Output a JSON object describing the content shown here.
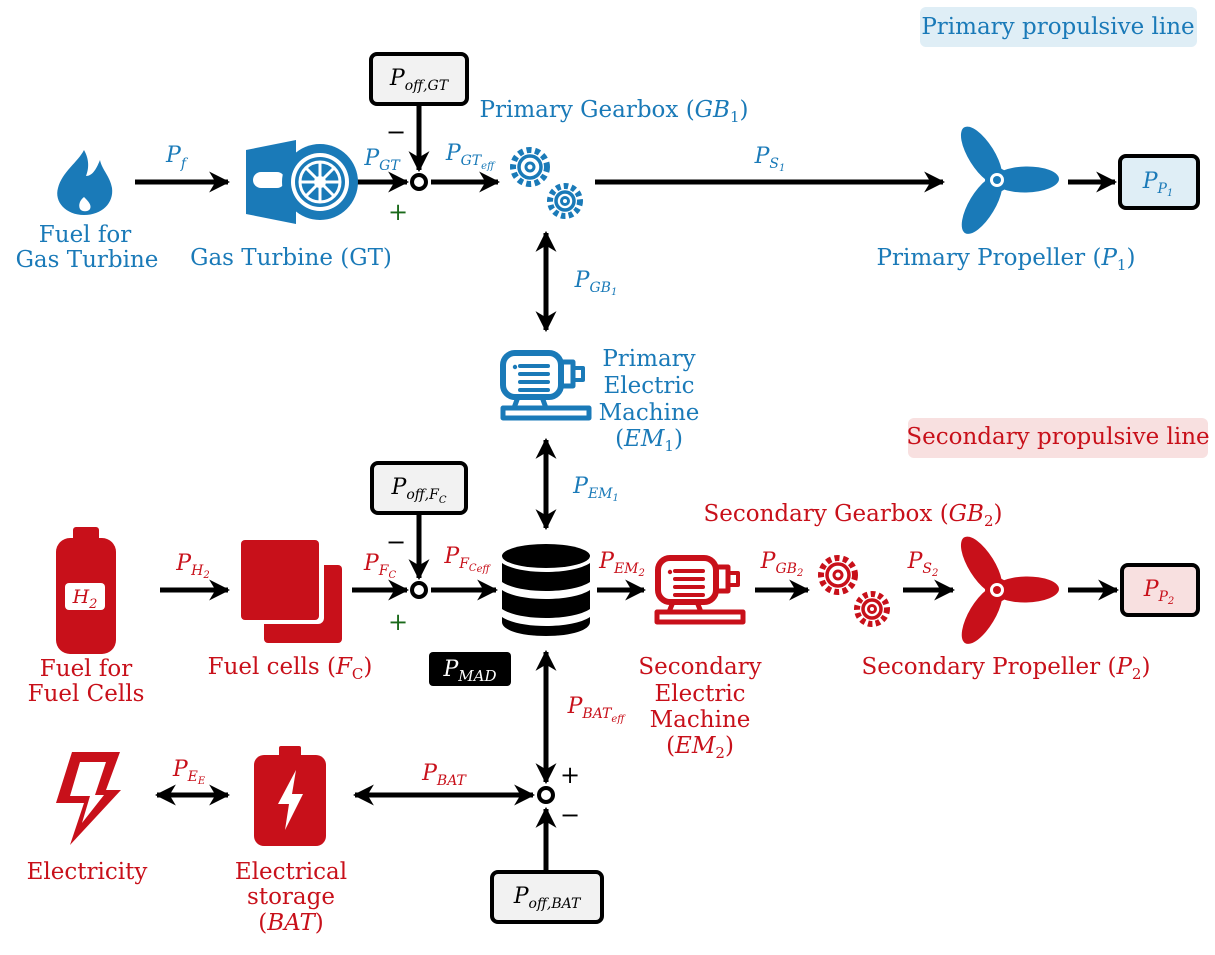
{
  "colors": {
    "blue": "#1a7ab8",
    "red": "#c8101a",
    "black": "#000000",
    "blue_tag_bg": "#dfeef6",
    "red_tag_bg": "#f8e0e0",
    "box_bg": "#f2f2f2"
  },
  "tags": {
    "primary": "Primary propulsive line",
    "secondary": "Secondary propulsive line"
  },
  "nodes": {
    "fuel_gt": [
      "Fuel for",
      "Gas Turbine"
    ],
    "gas_turbine": "Gas Turbine (GT)",
    "gearbox1": {
      "text": "Primary Gearbox (",
      "sym": "GB",
      "sub": "1",
      "end": ")"
    },
    "propeller1": {
      "text": "Primary Propeller (",
      "sym": "P",
      "sub": "1",
      "end": ")"
    },
    "em1": {
      "lines": [
        "Primary",
        "Electric",
        "Machine"
      ],
      "sym": "EM",
      "sub": "1"
    },
    "fuel_fc": [
      "Fuel for",
      "Fuel Cells"
    ],
    "h2_label": {
      "sym": "H",
      "sub": "2"
    },
    "fuel_cells": {
      "text": "Fuel cells (",
      "sym": "F",
      "sub": "C",
      "end": ")"
    },
    "gearbox2": {
      "text": "Secondary Gearbox (",
      "sym": "GB",
      "sub": "2",
      "end": ")"
    },
    "propeller2": {
      "text": "Secondary Propeller (",
      "sym": "P",
      "sub": "2",
      "end": ")"
    },
    "em2": {
      "lines": [
        "Secondary",
        "Electric",
        "Machine"
      ],
      "sym": "EM",
      "sub": "2"
    },
    "mad": {
      "sym": "P",
      "sub": "MAD"
    },
    "electricity": "Electricity",
    "storage": {
      "lines": [
        "Electrical",
        "storage"
      ],
      "sym": "BAT"
    }
  },
  "boxes": {
    "poff_gt": {
      "sym": "P",
      "sub": "off,GT"
    },
    "poff_fc": {
      "sym": "P",
      "sub": "off,F",
      "subsub": "C"
    },
    "poff_bat": {
      "sym": "P",
      "sub": "off,BAT"
    },
    "pp1": {
      "sym": "P",
      "sub": "P",
      "subsub": "1"
    },
    "pp2": {
      "sym": "P",
      "sub": "P",
      "subsub": "2"
    }
  },
  "edges": {
    "pf": {
      "sym": "P",
      "sub": "f"
    },
    "pgt": {
      "sym": "P",
      "sub": "GT"
    },
    "pgt_eff": {
      "sym": "P",
      "sub": "GT",
      "subsub": "eff"
    },
    "ps1": {
      "sym": "P",
      "sub": "S",
      "subsub": "1"
    },
    "pgb1": {
      "sym": "P",
      "sub": "GB",
      "subsub": "1"
    },
    "pem1": {
      "sym": "P",
      "sub": "EM",
      "subsub": "1"
    },
    "ph2": {
      "sym": "P",
      "sub": "H",
      "subsub": "2"
    },
    "pfc": {
      "sym": "P",
      "sub": "F",
      "subsub": "C"
    },
    "pfc_eff": {
      "sym": "P",
      "sub": "F",
      "subsub": "C",
      "subsubsub": "eff"
    },
    "pem2": {
      "sym": "P",
      "sub": "EM",
      "subsub": "2"
    },
    "pgb2": {
      "sym": "P",
      "sub": "GB",
      "subsub": "2"
    },
    "ps2": {
      "sym": "P",
      "sub": "S",
      "subsub": "2"
    },
    "pbat_eff": {
      "sym": "P",
      "sub": "BAT",
      "subsub": "eff"
    },
    "pbat": {
      "sym": "P",
      "sub": "BAT"
    },
    "pee": {
      "sym": "P",
      "sub": "E",
      "subsub": "E"
    }
  },
  "signs": {
    "plus": "+",
    "minus": "−"
  }
}
